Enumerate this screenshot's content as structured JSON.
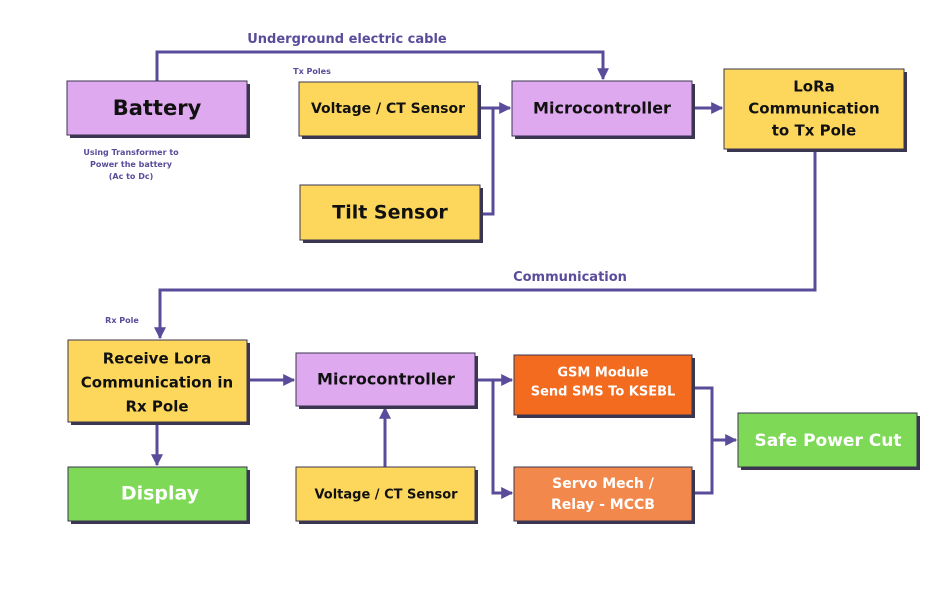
{
  "colors": {
    "purple": "#dfa9ef",
    "yellow": "#fdd75c",
    "green": "#7ed957",
    "orange_dark": "#f26b1f",
    "orange_light": "#f2884c",
    "connector": "#5a4c9a"
  },
  "labels": {
    "cable": "Underground electric cable",
    "tx_poles": "Tx Poles",
    "communication": "Communication",
    "rx_pole": "Rx Pole",
    "battery_note": [
      "Using Transformer to",
      "Power the battery",
      "(Ac to Dc)"
    ]
  },
  "nodes": {
    "battery": "Battery",
    "tx_sensor": "Voltage / CT Sensor",
    "tx_micro": "Microcontroller",
    "lora_tx": [
      "LoRa",
      "Communication",
      "to Tx Pole"
    ],
    "tilt": "Tilt Sensor",
    "lora_rx": [
      "Receive Lora",
      "Communication in",
      "Rx Pole"
    ],
    "display": "Display",
    "rx_micro": "Microcontroller",
    "rx_sensor": "Voltage / CT Sensor",
    "gsm": [
      "GSM Module",
      "Send SMS To KSEBL"
    ],
    "servo": [
      "Servo Mech /",
      "Relay - MCCB"
    ],
    "safe": "Safe Power Cut"
  }
}
